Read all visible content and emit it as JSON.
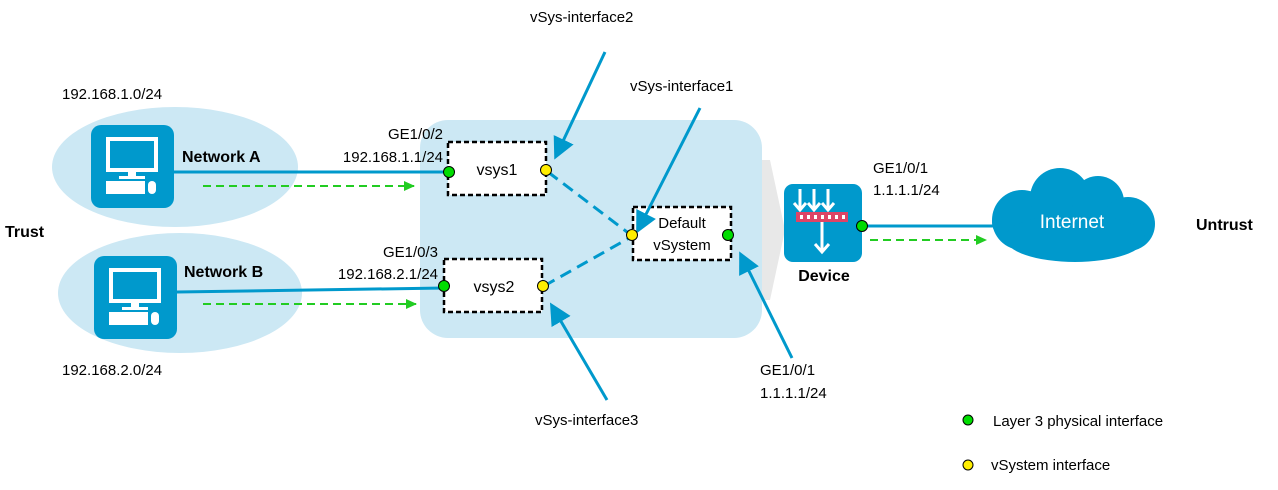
{
  "zones": {
    "trust": "Trust",
    "untrust": "Untrust"
  },
  "networks": [
    {
      "name": "Network A",
      "subnet": "192.168.1.0/24"
    },
    {
      "name": "Network B",
      "subnet": "192.168.2.0/24"
    }
  ],
  "vsys": [
    {
      "name": "vsys1",
      "interface": "GE1/0/2",
      "ip": "192.168.1.1/24"
    },
    {
      "name": "vsys2",
      "interface": "GE1/0/3",
      "ip": "192.168.2.1/24"
    }
  ],
  "default_vsystem": {
    "line1": "Default",
    "line2": "vSystem",
    "interface": "GE1/0/1",
    "ip": "1.1.1.1/24"
  },
  "callouts": {
    "vsys_interface1": "vSys-interface1",
    "vsys_interface2": "vSys-interface2",
    "vsys_interface3": "vSys-interface3"
  },
  "device": {
    "name": "Device",
    "interface": "GE1/0/1",
    "ip": "1.1.1.1/24"
  },
  "internet": "Internet",
  "legend": [
    {
      "label": "Layer 3 physical interface",
      "color": "#00dd00"
    },
    {
      "label": "vSystem interface",
      "color": "#ffee00"
    }
  ],
  "colors": {
    "accent": "#0099cc",
    "zone_fill": "#cce8f4",
    "flow": "#22cc22"
  }
}
